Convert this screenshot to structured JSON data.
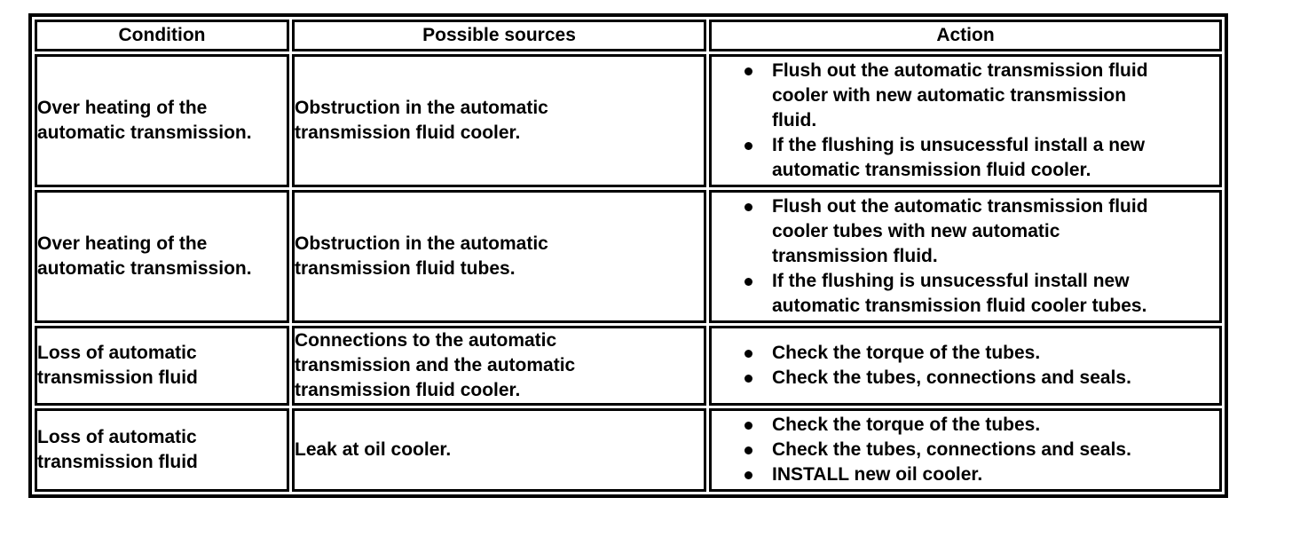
{
  "table": {
    "headers": [
      "Condition",
      "Possible sources",
      "Action"
    ],
    "rows": [
      {
        "condition": "Over heating of the\nautomatic transmission.",
        "possible_sources": "Obstruction in the automatic\ntransmission fluid cooler.",
        "actions": [
          "Flush out the automatic transmission fluid\ncooler with new automatic transmission\nfluid.",
          "If the flushing is unsucessful install a new\nautomatic transmission fluid cooler."
        ]
      },
      {
        "condition": "Over heating of the\nautomatic transmission.",
        "possible_sources": "Obstruction in the automatic\ntransmission fluid tubes.",
        "actions": [
          "Flush out the automatic transmission fluid\ncooler tubes with new automatic\ntransmission fluid.",
          "If the flushing is unsucessful install new\nautomatic transmission fluid cooler tubes."
        ]
      },
      {
        "condition": "Loss of automatic\ntransmission fluid",
        "possible_sources": "Connections to the automatic\ntransmission and the automatic\ntransmission fluid cooler.",
        "actions": [
          "Check the torque of the tubes.",
          "Check the tubes, connections and seals."
        ]
      },
      {
        "condition": "Loss of automatic\ntransmission fluid",
        "possible_sources": "Leak at oil cooler.",
        "actions": [
          "Check the torque of the tubes.",
          "Check the tubes, connections and seals.",
          "INSTALL new oil cooler."
        ]
      }
    ],
    "bullet_icon": "●",
    "colors": {
      "border": "#000000",
      "background": "#ffffff",
      "text": "#000000"
    }
  }
}
